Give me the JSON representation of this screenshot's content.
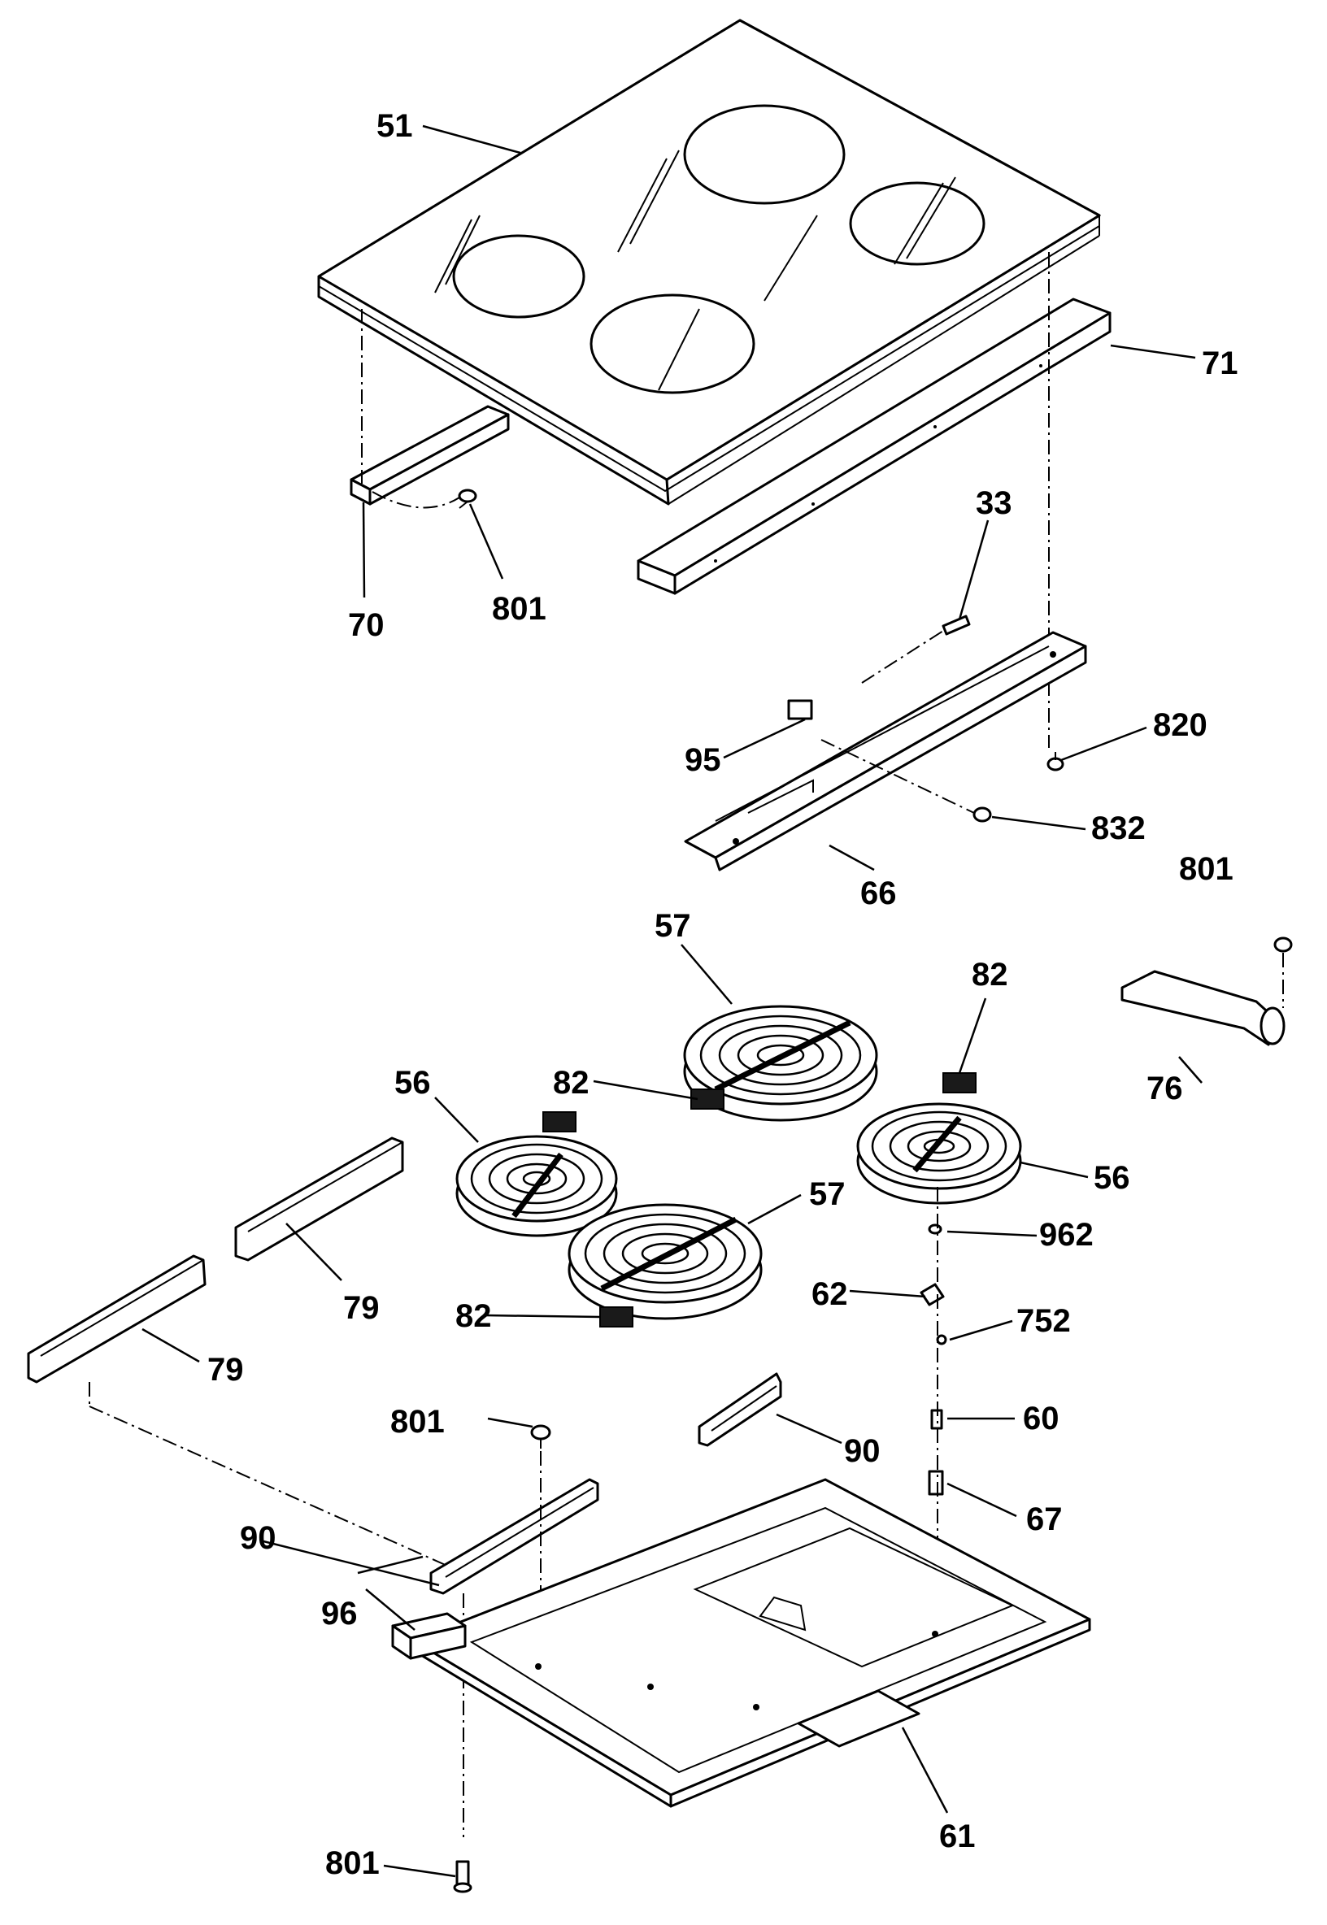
{
  "labels": {
    "l51": "51",
    "l71": "71",
    "l33": "33",
    "l70": "70",
    "l801a": "801",
    "l820": "820",
    "l95": "95",
    "l832": "832",
    "l66": "66",
    "l801b": "801",
    "l57a": "57",
    "l82a": "82",
    "l82b": "82",
    "l56a": "56",
    "l56b": "56",
    "l76": "76",
    "l57b": "57",
    "l962": "962",
    "l79a": "79",
    "l79b": "79",
    "l62": "62",
    "l82c": "82",
    "l752": "752",
    "l801c": "801",
    "l60": "60",
    "l90a": "90",
    "l67": "67",
    "l90b": "90",
    "l96": "96",
    "l61": "61",
    "l801d": "801"
  },
  "icons": [
    "cooktop-glass-icon",
    "burner-element-icon",
    "screw-icon",
    "bracket-icon",
    "pan-icon"
  ]
}
